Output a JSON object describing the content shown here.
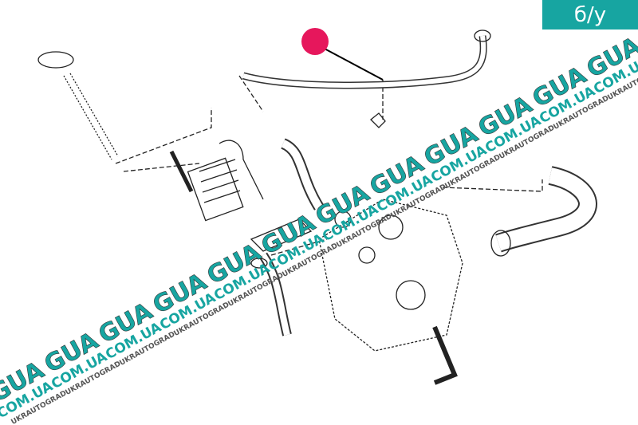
{
  "badge": {
    "label": "б/у"
  },
  "watermark": {
    "brand": "GUA",
    "domain": "COM.UA",
    "name": "UKRAUTOGRAD",
    "color": "#17a5a1"
  },
  "marker": {
    "color": "#e6175c"
  }
}
